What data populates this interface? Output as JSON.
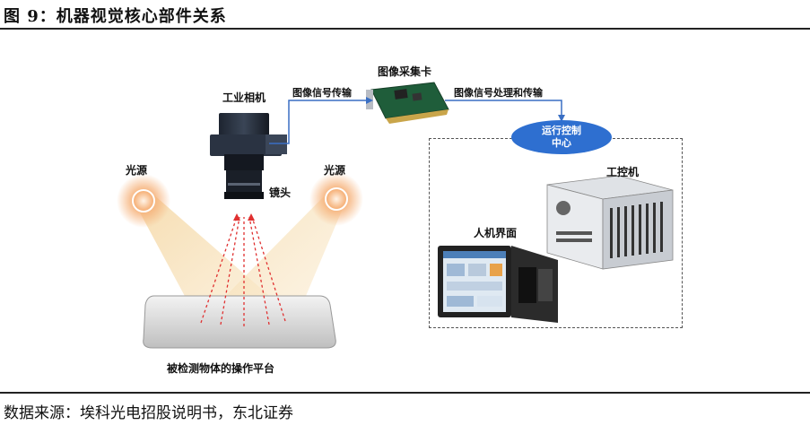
{
  "header": {
    "figure_title": "图 9：机器视觉核心部件关系"
  },
  "diagram": {
    "camera_label": "工业相机",
    "lens_label": "镜头",
    "light_left_label": "光源",
    "light_right_label": "光源",
    "frame_grabber_label": "图像采集卡",
    "transmission_label": "图像信号传输",
    "processing_label": "图像信号处理和传输",
    "control_center_line1": "运行控制",
    "control_center_line2": "中心",
    "ipc_label": "工控机",
    "hmi_label": "人机界面",
    "platform_label": "被检测物体的操作平台"
  },
  "footer": {
    "source": "数据来源：埃科光电招股说明书，东北证券"
  },
  "colors": {
    "connector": "#3a6fc4",
    "light_glow": "#f2a65a",
    "beam": "#f6e2b8",
    "laser": "#e03030"
  }
}
